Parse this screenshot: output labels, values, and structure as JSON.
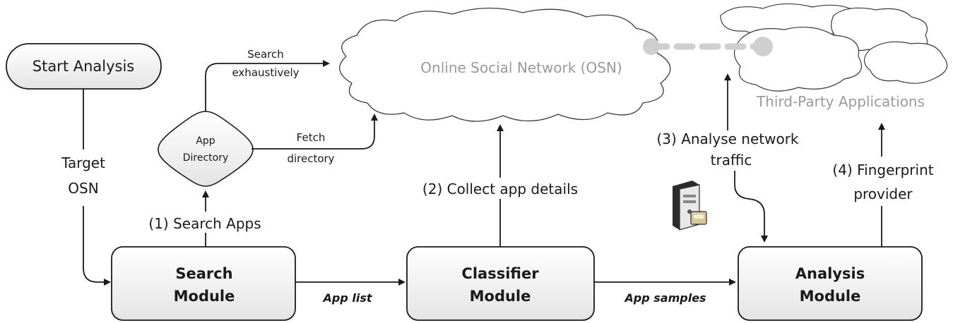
{
  "nodes": {
    "start": "Start Analysis",
    "osn_cloud": "Online Social Network (OSN)",
    "third_party": "Third-Party Applications",
    "app_directory": [
      "App",
      "Directory"
    ],
    "search_module": [
      "Search",
      "Module"
    ],
    "classifier_module": [
      "Classifier",
      "Module"
    ],
    "analysis_module": [
      "Analysis",
      "Module"
    ]
  },
  "edge_labels": {
    "target_osn": [
      "Target",
      "OSN"
    ],
    "search_exhaustively": [
      "Search",
      "exhaustively"
    ],
    "fetch_directory": [
      "Fetch",
      "directory"
    ],
    "search_apps": "(1) Search Apps",
    "collect_details": "(2) Collect app details",
    "analyse_traffic": [
      "(3) Analyse network",
      "traffic"
    ],
    "fingerprint": [
      "(4) Fingerprint",
      "provider"
    ],
    "app_list": "App list",
    "app_samples": "App samples"
  },
  "colors": {
    "stroke": "#1a1a1a",
    "cloud_stroke": "#3a3a3a",
    "cloud_text": "#9a9a9a",
    "dots": "#cfcfcf",
    "module_fill_top": "#ffffff",
    "module_fill_bottom": "#e6e6e6"
  },
  "icons": [
    "server-icon"
  ]
}
